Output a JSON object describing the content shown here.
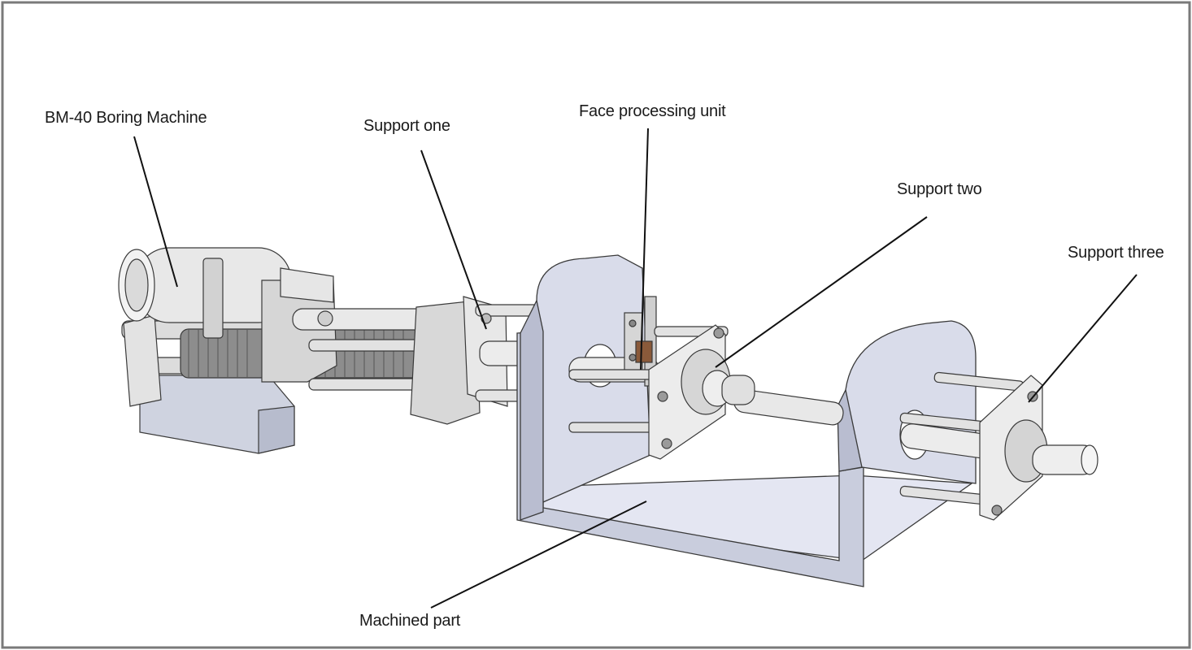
{
  "labels": {
    "boring_machine": "BM-40 Boring Machine",
    "support_one": "Support one",
    "face_unit": "Face processing unit",
    "support_two": "Support two",
    "support_three": "Support three",
    "machined_part": "Machined part"
  },
  "colors": {
    "background": "#ffffff",
    "border": "#7a7a7a",
    "outline": "#3a3a3a",
    "part_fill": "#d9dcea",
    "part_inner": "#e6e8f3",
    "part_dark": "#b9bdd0",
    "metal_light": "#ececec",
    "metal_mid": "#cfcfcf",
    "metal_dark": "#9a9a9a",
    "base_fill": "#cfd3e0",
    "leader": "#111111"
  }
}
